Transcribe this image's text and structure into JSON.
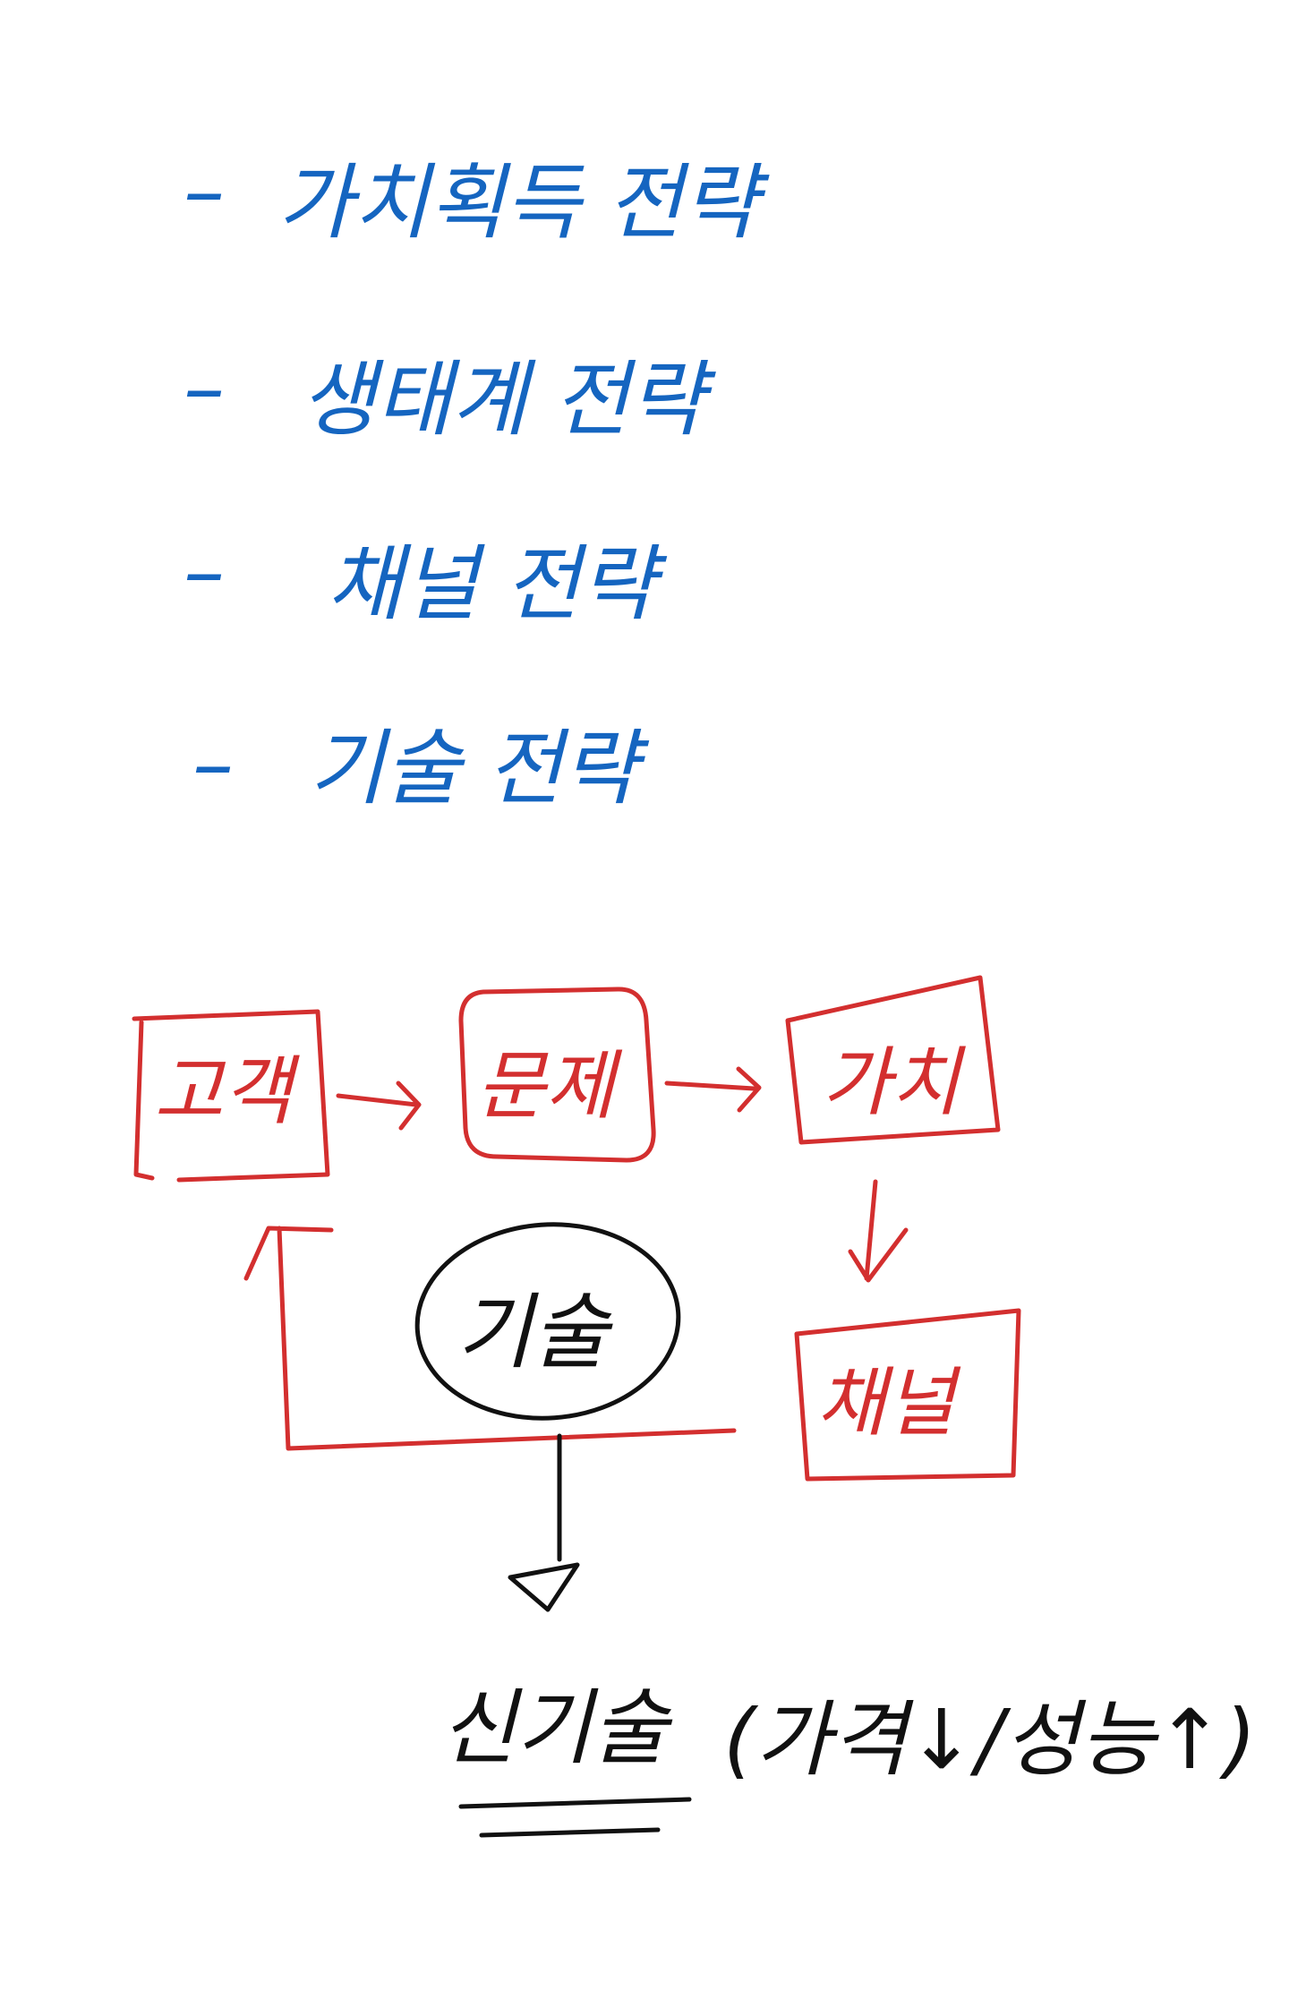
{
  "colors": {
    "blue_ink": "#1565c0",
    "red_ink": "#d32f2f",
    "black_ink": "#111111",
    "background": "#ffffff"
  },
  "list": {
    "items": [
      {
        "bullet": "–",
        "text": "가치획득 전략"
      },
      {
        "bullet": "–",
        "text": "생태계 전략"
      },
      {
        "bullet": "–",
        "text": "채널 전략"
      },
      {
        "bullet": "–",
        "text": "기술 전략"
      }
    ]
  },
  "diagram": {
    "boxes": {
      "customer": "고객",
      "problem": "문제",
      "value": "가치",
      "channel": "채널"
    },
    "center": "기술",
    "result": {
      "label": "신기술",
      "qualifier": "(가격↓/성능↑)"
    }
  }
}
